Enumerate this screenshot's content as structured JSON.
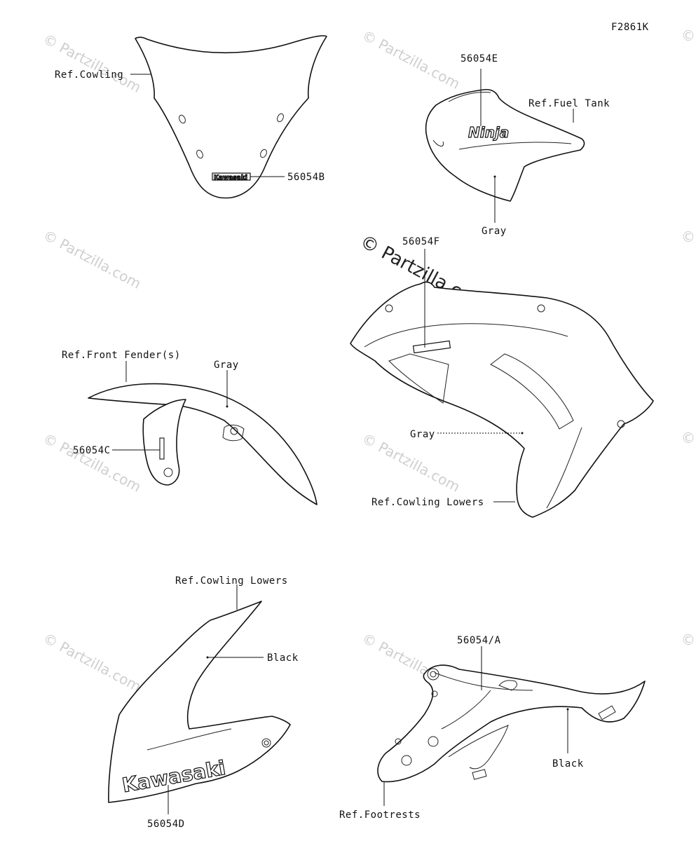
{
  "figure_code": "F2861K",
  "watermark": {
    "text": "© Partzilla.com",
    "center_text": "© Partzilla.com"
  },
  "labels": {
    "ref_cowling": "Ref.Cowling",
    "p_56054B": "56054B",
    "p_56054E": "56054E",
    "ref_fuel_tank": "Ref.Fuel Tank",
    "gray_tank": "Gray",
    "p_56054F": "56054F",
    "ref_front_fender": "Ref.Front Fender(s)",
    "gray_fender": "Gray",
    "p_56054C": "56054C",
    "gray_cowl_lower": "Gray",
    "ref_cowling_lowers_1": "Ref.Cowling Lowers",
    "ref_cowling_lowers_2": "Ref.Cowling Lowers",
    "black_lower": "Black",
    "p_56054D": "56054D",
    "p_56054A": "56054/A",
    "black_footrest": "Black",
    "ref_footrests": "Ref.Footrests"
  },
  "decals": {
    "kawasaki_large": "Kawasaki",
    "kawasaki_small": "Kawasaki",
    "ninja": "Ninja"
  }
}
